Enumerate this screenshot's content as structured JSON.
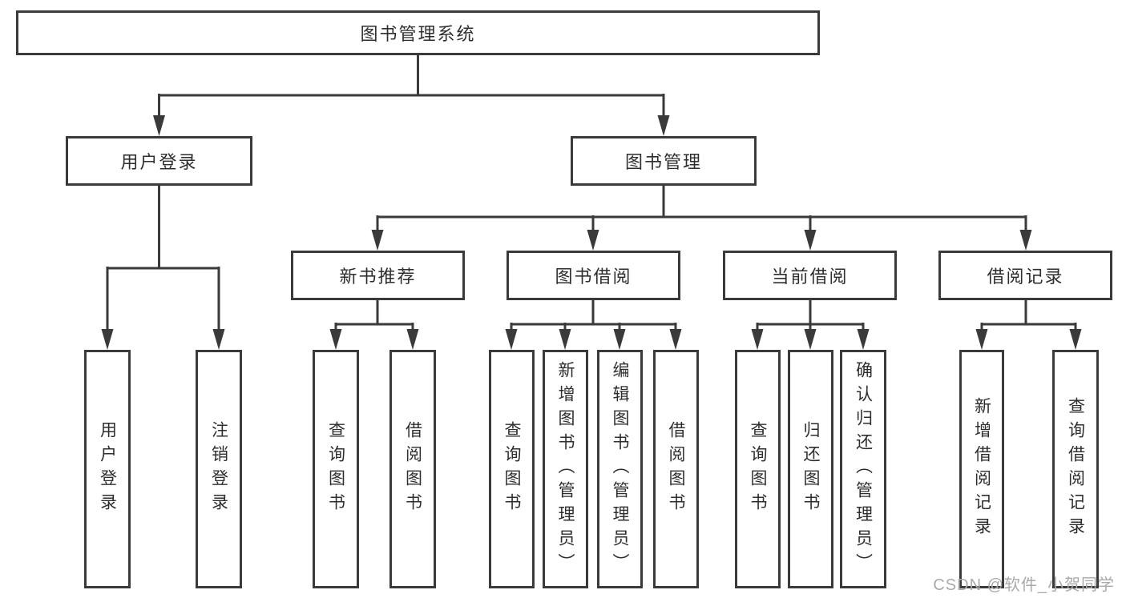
{
  "colors": {
    "line": "#3a3a3a",
    "box_border": "#3a3a3a",
    "text": "#2e2e2e",
    "watermark": "#a9a9a9",
    "background": "#ffffff"
  },
  "watermark": "CSDN @软件_小贺同学",
  "tree": {
    "label": "图书管理系统",
    "children": [
      {
        "label": "用户登录",
        "children": [
          {
            "label": "用户登录"
          },
          {
            "label": "注销登录"
          }
        ]
      },
      {
        "label": "图书管理",
        "children": [
          {
            "label": "新书推荐",
            "children": [
              {
                "label": "查询图书"
              },
              {
                "label": "借阅图书"
              }
            ]
          },
          {
            "label": "图书借阅",
            "children": [
              {
                "label": "查询图书"
              },
              {
                "label": "新增图书（管理员）"
              },
              {
                "label": "编辑图书（管理员）"
              },
              {
                "label": "借阅图书"
              }
            ]
          },
          {
            "label": "当前借阅",
            "children": [
              {
                "label": "查询图书"
              },
              {
                "label": "归还图书"
              },
              {
                "label": "确认归还（管理员）"
              }
            ]
          },
          {
            "label": "借阅记录",
            "children": [
              {
                "label": "新增借阅记录"
              },
              {
                "label": "查询借阅记录"
              }
            ]
          }
        ]
      }
    ]
  }
}
